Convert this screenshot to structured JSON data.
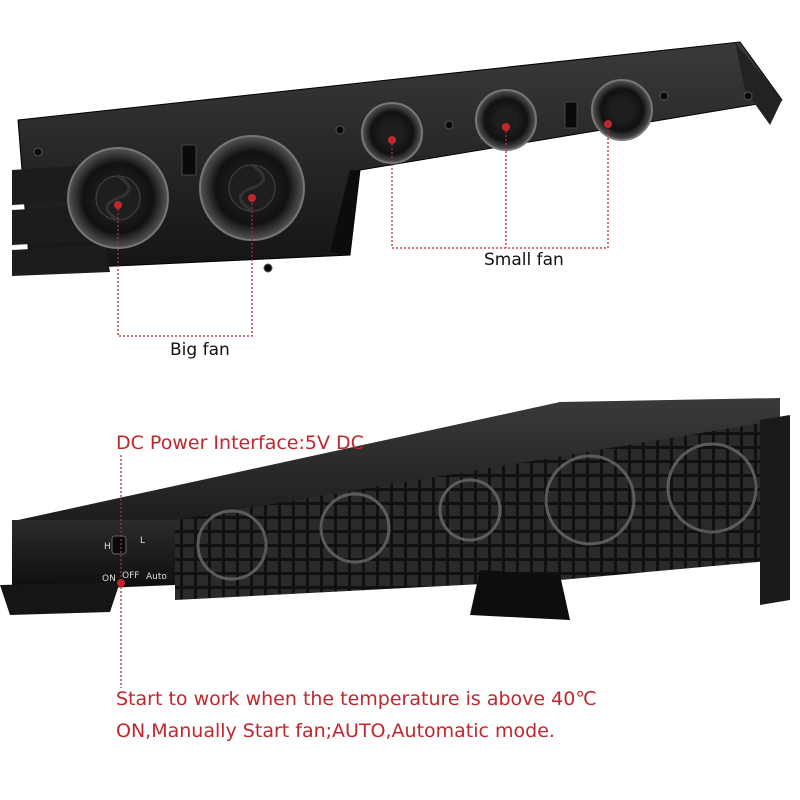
{
  "colors": {
    "accent": "#c0262d",
    "device": "#1a1a1a"
  },
  "labels": {
    "big_fan": "Big fan",
    "small_fan": "Small fan",
    "dc_power": "DC Power Interface:5V DC",
    "note_line1": "Start to work when the temperature is above 40℃",
    "note_line2": "ON,Manually Start fan;AUTO,Automatic mode."
  },
  "switch": {
    "h": "H",
    "l": "L",
    "on": "ON",
    "off": "OFF",
    "auto": "Auto"
  }
}
